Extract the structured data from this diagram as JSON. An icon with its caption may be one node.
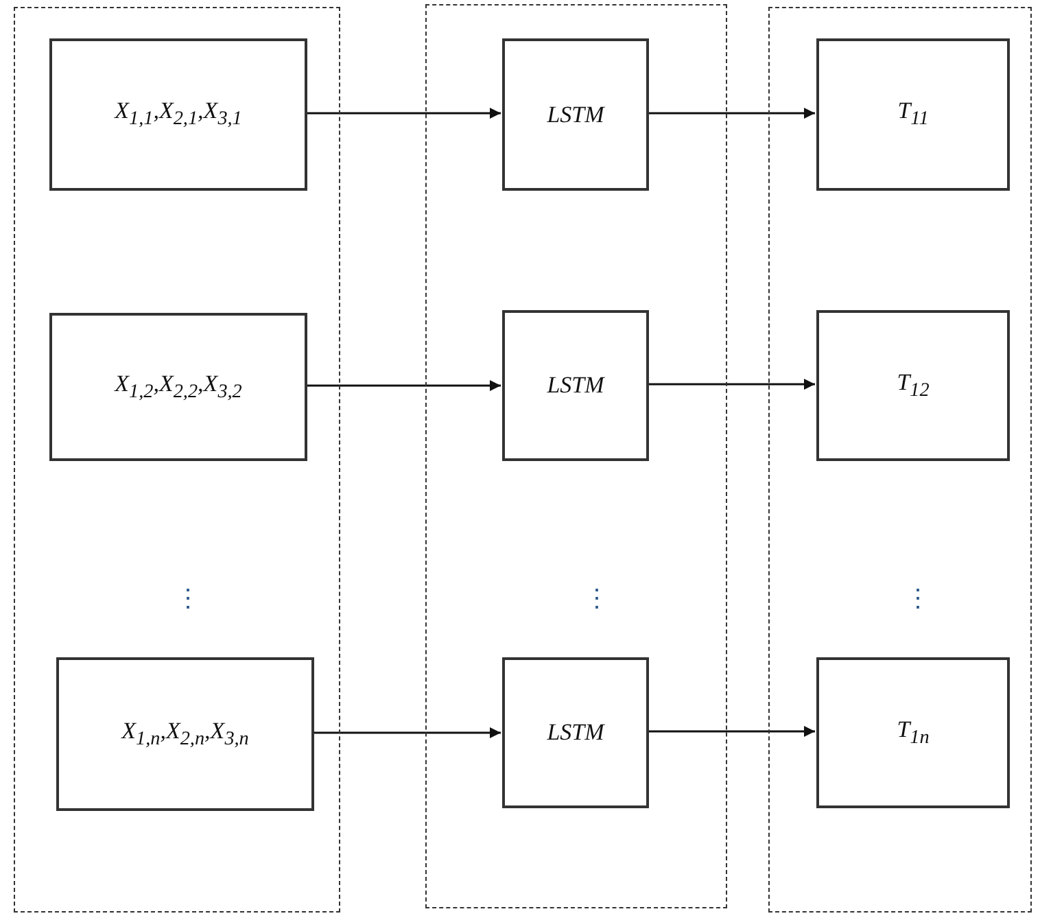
{
  "diagram": {
    "nodes": [
      {
        "text": [],
        "shape": "box"
      },
      {
        "text": [
          "X$_{1,1}$,X$_{2,1}$,X$_{3,1}$"
        ],
        "in": 0
      },
      {
        "text": [
          "X$_{1,2}$,X$_{2,2}$,X$_{3,2}$"
        ],
        "in": 0
      },
      {
        "text": [
          "X$_{1,n}$,X$_{2,n}$,X$_{3,n}$"
        ],
        "in": 0
      },
      {
        "text": [],
        "shape": "box"
      },
      {
        "text": [
          "LSTM"
        ],
        "in": 4
      },
      {
        "text": [
          "LSTM"
        ],
        "in": 4
      },
      {
        "text": [
          "LSTM"
        ],
        "in": 4
      },
      {
        "text": [],
        "shape": "box"
      },
      {
        "text": [
          "T$_{11}$"
        ],
        "in": 8
      },
      {
        "text": [
          "T$_{12}$"
        ],
        "in": 8
      },
      {
        "text": [
          "T$_{1n}$"
        ],
        "in": 8
      }
    ],
    "edges": [
      {
        "from": 1,
        "to": 5,
        "arrow": "to"
      },
      {
        "from": 2,
        "to": 6,
        "arrow": "to"
      },
      {
        "from": 3,
        "to": 7,
        "arrow": "to"
      },
      {
        "from": 5,
        "to": 9,
        "arrow": "to"
      },
      {
        "from": 6,
        "to": 10,
        "arrow": "to"
      },
      {
        "from": 7,
        "to": 11,
        "arrow": "to"
      }
    ],
    "labels": [
      "⋮",
      "⋮",
      "⋮"
    ]
  }
}
